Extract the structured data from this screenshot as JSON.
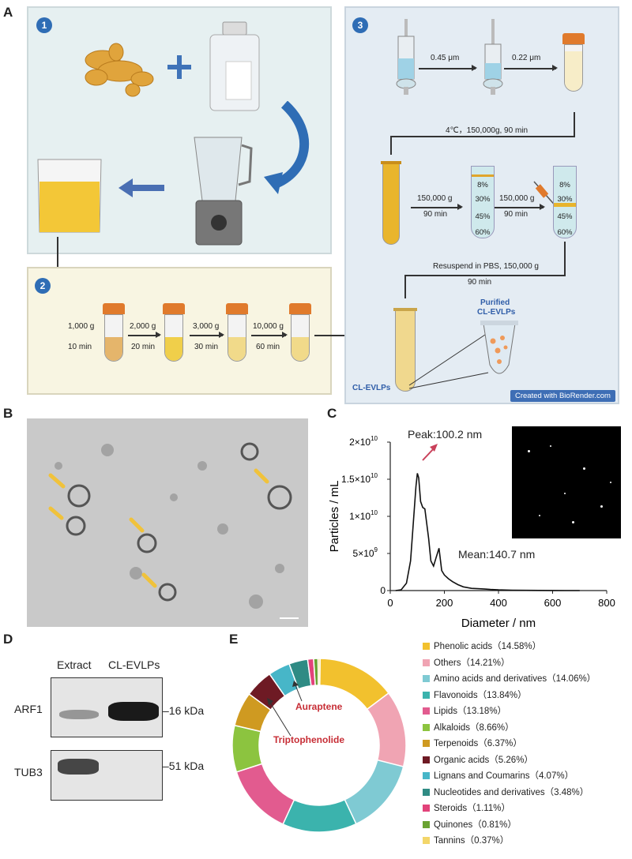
{
  "panel_labels": {
    "a": "A",
    "b": "B",
    "c": "C",
    "d": "D",
    "e": "E"
  },
  "panelA": {
    "step1": "1",
    "step2": "2",
    "step3": "3",
    "centrifuge_steps": [
      {
        "speed": "1,000 g",
        "time": "10 min"
      },
      {
        "speed": "2,000 g",
        "time": "20 min"
      },
      {
        "speed": "3,000 g",
        "time": "30 min"
      },
      {
        "speed": "10,000 g",
        "time": "60 min"
      }
    ],
    "filter1": "0.45 μm",
    "filter2": "0.22 μm",
    "ultracentrifuge": "4℃，150,000g, 90 min",
    "gradient_step1_speed": "150,000 g",
    "gradient_step1_time": "90 min",
    "gradient_step2_speed": "150,000 g",
    "gradient_step2_time": "90 min",
    "gradient_layers": [
      "8%",
      "30%",
      "45%",
      "60%"
    ],
    "resuspend_line1": "Resuspend in PBS, 150,000 g",
    "resuspend_line2": "90 min",
    "purified_line1": "Purified",
    "purified_line2": "CL-EVLPs",
    "cl_evlps": "CL-EVLPs",
    "biorender": "Created with BioRender.com"
  },
  "panelC": {
    "peak_label": "Peak:100.2 nm",
    "mean_label": "Mean:140.7 nm",
    "chart_data": {
      "type": "line",
      "xlabel": "Diameter / nm",
      "ylabel": "Particles / mL",
      "xlim": [
        0,
        800
      ],
      "ylim": [
        0,
        20000000000
      ],
      "xticks": [
        "0",
        "200",
        "400",
        "600",
        "800"
      ],
      "yticks": [
        {
          "base": "0",
          "exp": ""
        },
        {
          "base": "5×10",
          "exp": "9"
        },
        {
          "base": "1×10",
          "exp": "10"
        },
        {
          "base": "1.5×10",
          "exp": "10"
        },
        {
          "base": "2×10",
          "exp": "10"
        }
      ],
      "x": [
        20,
        40,
        60,
        75,
        85,
        95,
        100,
        105,
        112,
        120,
        128,
        135,
        142,
        150,
        160,
        170,
        180,
        185,
        190,
        200,
        215,
        230,
        250,
        270,
        300,
        330,
        350,
        370,
        400,
        450,
        500,
        550,
        600,
        650,
        700
      ],
      "y": [
        0,
        100000000,
        1000000000,
        4000000000,
        9000000000,
        14000000000,
        15800000000,
        15200000000,
        12000000000,
        11200000000,
        11000000000,
        9000000000,
        7000000000,
        4000000000,
        3300000000,
        4500000000,
        5700000000,
        4200000000,
        2700000000,
        2100000000,
        1600000000,
        1200000000,
        800000000,
        500000000,
        300000000,
        250000000,
        200000000,
        150000000,
        100000000,
        50000000,
        30000000,
        20000000,
        10000000,
        5000000,
        0
      ]
    }
  },
  "panelD": {
    "col_extract": "Extract",
    "col_evlps": "CL-EVLPs",
    "row1": "ARF1",
    "row2": "TUB3",
    "marker1": "16 kDa",
    "marker2": "51 kDa"
  },
  "panelE": {
    "annotation_auraptene": "Auraptene",
    "annotation_triptophenolide": "Triptophenolide",
    "chart_data": {
      "type": "pie",
      "labels": [
        "Phenolic acids（14.58%）",
        "Others（14.21%）",
        "Amino acids and derivatives（14.06%）",
        "Flavonoids（13.84%）",
        "Lipids（13.18%）",
        "Alkaloids（8.66%）",
        "Terpenoids（6.37%）",
        "Organic acids（5.26%）",
        "Lignans and Coumarins（4.07%）",
        "Nucleotides and derivatives（3.48%）",
        "Steroids（1.11%）",
        "Quinones（0.81%）",
        "Tannins（0.37%）"
      ],
      "values": [
        14.58,
        14.21,
        14.06,
        13.84,
        13.18,
        8.66,
        6.37,
        5.26,
        4.07,
        3.48,
        1.11,
        0.81,
        0.37
      ],
      "colors": [
        "#f2c12e",
        "#f0a4b3",
        "#7fcad3",
        "#3bb3ad",
        "#e25b8f",
        "#8cc43f",
        "#cf9a21",
        "#6e1a24",
        "#47b6c8",
        "#2f8b84",
        "#e2437a",
        "#6aa332",
        "#f3d66a"
      ],
      "legend": "right"
    }
  }
}
